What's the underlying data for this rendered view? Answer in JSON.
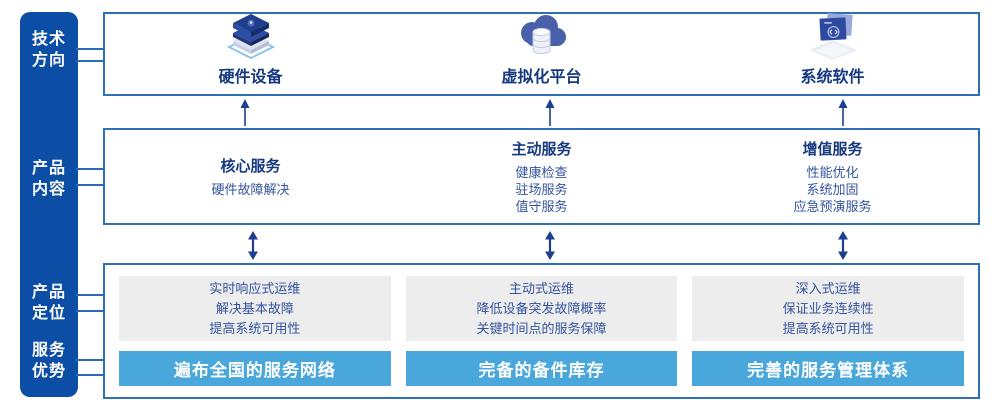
{
  "sidebar": {
    "items": [
      {
        "label": "技术\n方向"
      },
      {
        "label": "产品\n内容"
      },
      {
        "label": "产品\n定位"
      },
      {
        "label": "服务\n优势"
      }
    ]
  },
  "tech_row": {
    "items": [
      {
        "icon": "server-stack-icon",
        "label": "硬件设备"
      },
      {
        "icon": "cloud-database-icon",
        "label": "虚拟化平台"
      },
      {
        "icon": "code-window-icon",
        "label": "系统软件"
      }
    ]
  },
  "service_row": {
    "columns": [
      {
        "header": "核心服务",
        "items": [
          "硬件故障解决"
        ]
      },
      {
        "header": "主动服务",
        "items": [
          "健康检查",
          "驻场服务",
          "值守服务"
        ]
      },
      {
        "header": "增值服务",
        "items": [
          "性能优化",
          "系统加固",
          "应急预演服务"
        ]
      }
    ]
  },
  "bottom_row": {
    "columns": [
      {
        "positioning": [
          "实时响应式运维",
          "解决基本故障",
          "提高系统可用性"
        ],
        "advantage": "遍布全国的服务网络"
      },
      {
        "positioning": [
          "主动式运维",
          "降低设备突发故障概率",
          "关键时间点的服务保障"
        ],
        "advantage": "完备的备件库存"
      },
      {
        "positioning": [
          "深入式运维",
          "保证业务连续性",
          "提高系统可用性"
        ],
        "advantage": "完善的服务管理体系"
      }
    ]
  },
  "colors": {
    "sidebar_bg": "#0c4da6",
    "box_border": "#2e6fb7",
    "connector": "#2b6cb8",
    "header_text": "#16397f",
    "body_text": "#35549e",
    "advantage_bar_bg": "#49a7db",
    "gray_panel_bg": "#ededed",
    "arrow": "#1e3f8f"
  }
}
